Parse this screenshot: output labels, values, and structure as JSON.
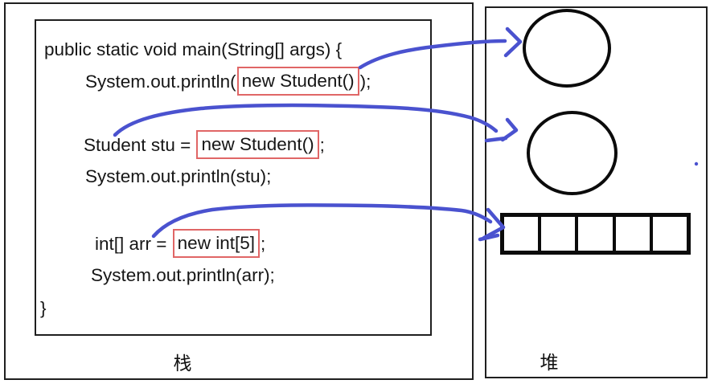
{
  "colors": {
    "arrow_blue": "#4a52cf",
    "highlight_red": "#e06666",
    "ink": "#161616"
  },
  "stack_panel": {
    "label": "栈",
    "code_lines": [
      {
        "segments": [
          {
            "text": "public static void main(String[] args) {"
          }
        ]
      },
      {
        "segments": [
          {
            "text": "System.out.println("
          },
          {
            "text": "new Student()",
            "highlighted": true
          },
          {
            "text": ");"
          }
        ]
      },
      {
        "segments": [
          {
            "text": "Student stu = "
          },
          {
            "text": "new Student()",
            "highlighted": true
          },
          {
            "text": ";"
          }
        ]
      },
      {
        "segments": [
          {
            "text": "System.out.println(stu);"
          }
        ]
      },
      {
        "segments": [
          {
            "text": "int[] arr = "
          },
          {
            "text": "new int[5]",
            "highlighted": true
          },
          {
            "text": ";"
          }
        ]
      },
      {
        "segments": [
          {
            "text": "System.out.println(arr);"
          }
        ]
      },
      {
        "segments": [
          {
            "text": "}"
          }
        ]
      }
    ]
  },
  "heap_panel": {
    "label": "堆",
    "objects": [
      {
        "name": "student-object-circle-1",
        "type": "circle"
      },
      {
        "name": "student-object-circle-2",
        "type": "circle"
      },
      {
        "name": "int-array",
        "type": "array",
        "cells": 5
      }
    ]
  },
  "arrows": [
    {
      "name": "arrow-println-new-student-to-circle-1"
    },
    {
      "name": "arrow-stu-to-circle-2"
    },
    {
      "name": "arrow-arr-to-int-array"
    }
  ]
}
